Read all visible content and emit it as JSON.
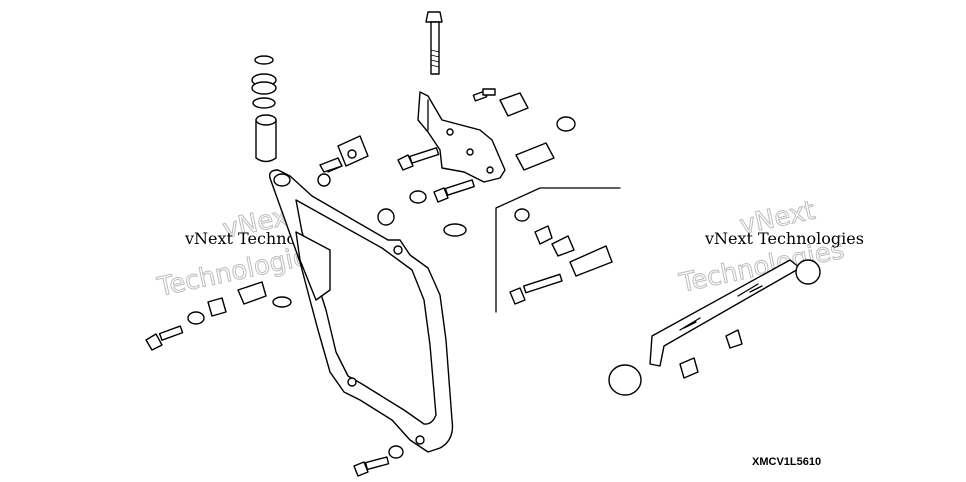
{
  "diagram": {
    "code": "XMCV1L5610",
    "watermark": {
      "line1": "vNext Technologies",
      "line2": "vNext",
      "line3": "Technologies"
    }
  }
}
